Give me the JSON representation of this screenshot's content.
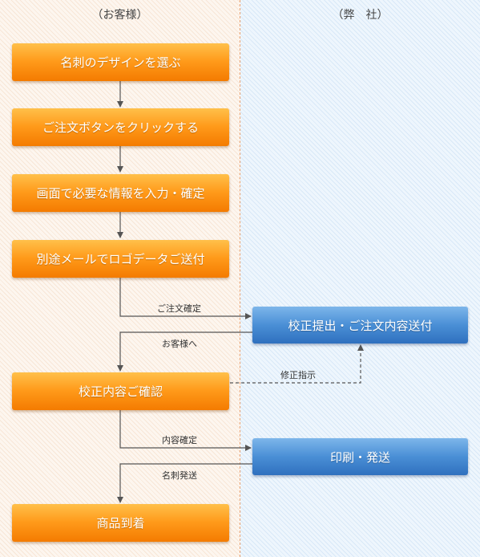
{
  "lanes": {
    "customer": "（お客様）",
    "company": "（弊　社）"
  },
  "steps": {
    "choose_design": "名刺のデザインを選ぶ",
    "click_order": "ご注文ボタンをクリックする",
    "input_confirm": "画面で必要な情報を入力・確定",
    "send_logo": "別途メールでロゴデータご送付",
    "proof_send": "校正提出・ご注文内容送付",
    "proof_check": "校正内容ご確認",
    "print_ship": "印刷・発送",
    "arrival": "商品到着"
  },
  "edges": {
    "order_confirm": "ご注文確定",
    "to_customer": "お客様へ",
    "revision": "修正指示",
    "content_confirm": "内容確定",
    "card_ship": "名刺発送"
  },
  "colors": {
    "customer_step": "#ff9a1a",
    "company_step": "#4a8fd6",
    "connector": "#555555"
  }
}
